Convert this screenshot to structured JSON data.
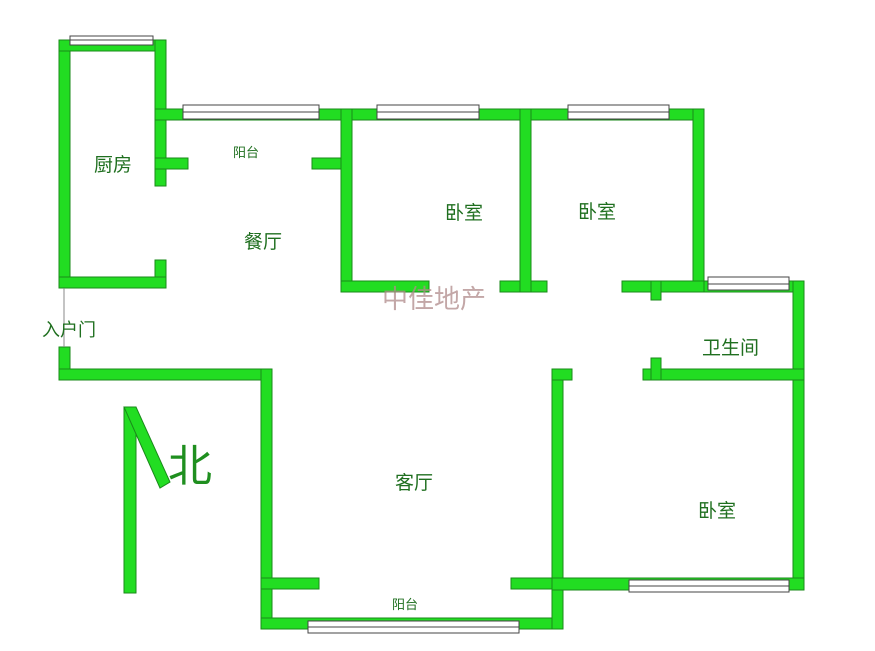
{
  "rooms": {
    "kitchen": "厨房",
    "dining": "餐厅",
    "balcony_top": "阳台",
    "bedroom_1": "卧室",
    "bedroom_2": "卧室",
    "bedroom_3": "卧室",
    "living": "客厅",
    "bathroom": "卫生间",
    "balcony_bottom": "阳台"
  },
  "entrance": "入户门",
  "watermark": "中佳地产",
  "north": "北",
  "colors": {
    "wall": "#22dd22",
    "label": "#1f6f1f",
    "watermark": "#b08a8a"
  }
}
